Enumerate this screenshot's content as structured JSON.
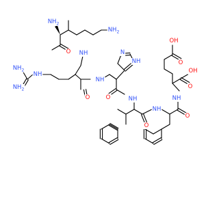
{
  "molecule": {
    "colors": {
      "carbon": "#000000",
      "nitrogen": "#3050f8",
      "oxygen": "#ff0d0d",
      "background": "#ffffff"
    },
    "labels": {
      "lys_eps_amine": "NH",
      "lys_alpha_amine": "NH",
      "lys_alpha_amide_nh": "NH",
      "arg_nh2_top": "NH",
      "arg_nh": "NH",
      "arg_nh2_bottom": "NH",
      "arg_alpha_amide_nh": "NH",
      "his_ring_n_top": "N",
      "his_ring_nh": "NH",
      "his_alpha_amide_nh": "NH",
      "phe1_alpha_amide_nh": "NH",
      "glu_alpha_amide_nh": "NH",
      "lys_carbonyl_o": "O",
      "arg_carbonyl_o": "O",
      "his_carbonyl_o": "O",
      "phe1_carbonyl_o": "O",
      "phe2_carbonyl_o": "O",
      "glu_side_carbonyl_o": "O",
      "glu_side_oh": "OH",
      "glu_alpha_carbonyl_o": "O",
      "glu_alpha_oh": "OH",
      "subscript_2": "2"
    }
  }
}
